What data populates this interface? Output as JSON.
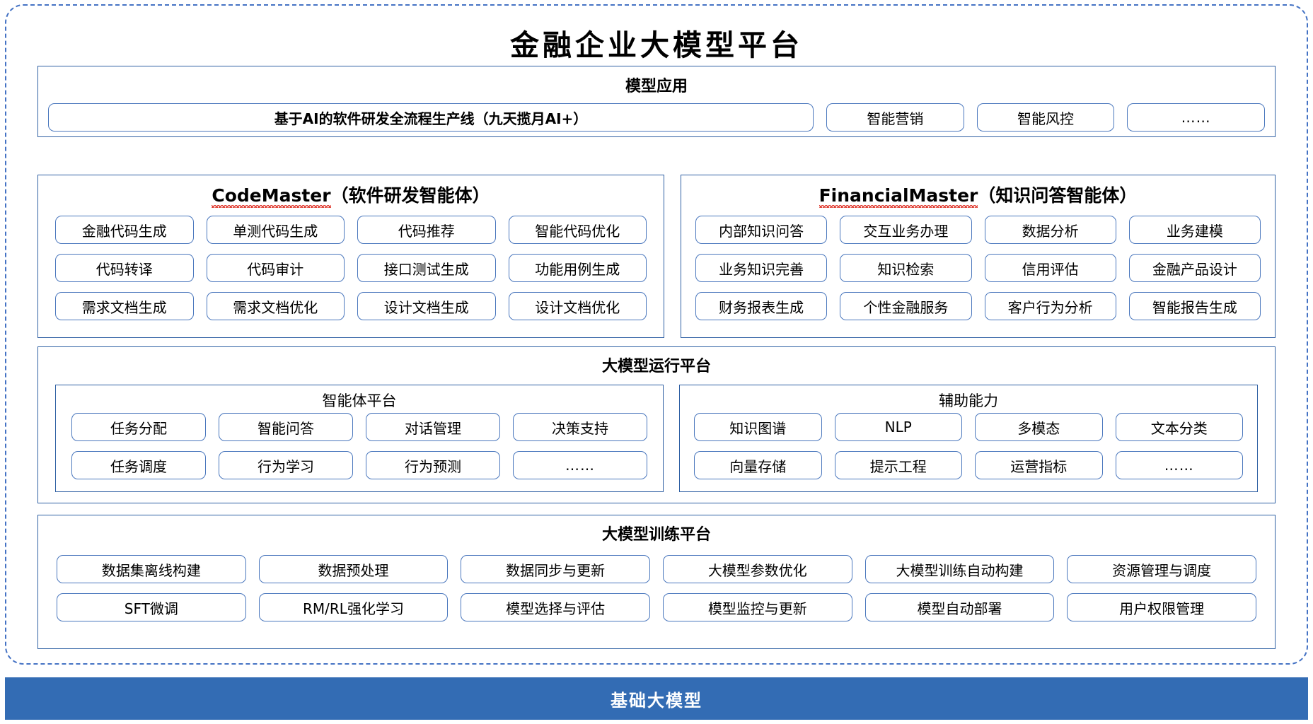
{
  "title": "金融企业大模型平台",
  "model_application": {
    "heading": "模型应用",
    "primary_item": "基于AI的软件研发全流程生产线（九天揽月AI+）",
    "items": [
      "智能营销",
      "智能风控",
      "……"
    ]
  },
  "agents": {
    "code_master": {
      "name": "CodeMaster",
      "suffix": "（软件研发智能体）",
      "items": [
        "金融代码生成",
        "单测代码生成",
        "代码推荐",
        "智能代码优化",
        "代码转译",
        "代码审计",
        "接口测试生成",
        "功能用例生成",
        "需求文档生成",
        "需求文档优化",
        "设计文档生成",
        "设计文档优化"
      ]
    },
    "financial_master": {
      "name": "FinancialMaster",
      "suffix": "（知识问答智能体）",
      "items": [
        "内部知识问答",
        "交互业务办理",
        "数据分析",
        "业务建模",
        "业务知识完善",
        "知识检索",
        "信用评估",
        "金融产品设计",
        "财务报表生成",
        "个性金融服务",
        "客户行为分析",
        "智能报告生成"
      ]
    }
  },
  "runtime_platform": {
    "heading": "大模型运行平台",
    "agent_platform": {
      "heading": "智能体平台",
      "items": [
        "任务分配",
        "智能问答",
        "对话管理",
        "决策支持",
        "任务调度",
        "行为学习",
        "行为预测",
        "……"
      ]
    },
    "support_capability": {
      "heading": "辅助能力",
      "items": [
        "知识图谱",
        "NLP",
        "多模态",
        "文本分类",
        "向量存储",
        "提示工程",
        "运营指标",
        "……"
      ]
    }
  },
  "training_platform": {
    "heading": "大模型训练平台",
    "items": [
      "数据集离线构建",
      "数据预处理",
      "数据同步与更新",
      "大模型参数优化",
      "大模型训练自动构建",
      "资源管理与调度",
      "SFT微调",
      "RM/RL强化学习",
      "模型选择与评估",
      "模型监控与更新",
      "模型自动部署",
      "用户权限管理"
    ]
  },
  "foundation": {
    "label": "基础大模型"
  },
  "colors": {
    "frame_blue": "#4472c4",
    "panel_border": "#2e5fa3",
    "chip_border": "#4a77bd",
    "footer_blue": "#336cb4",
    "spell_red": "#e03a2f"
  }
}
